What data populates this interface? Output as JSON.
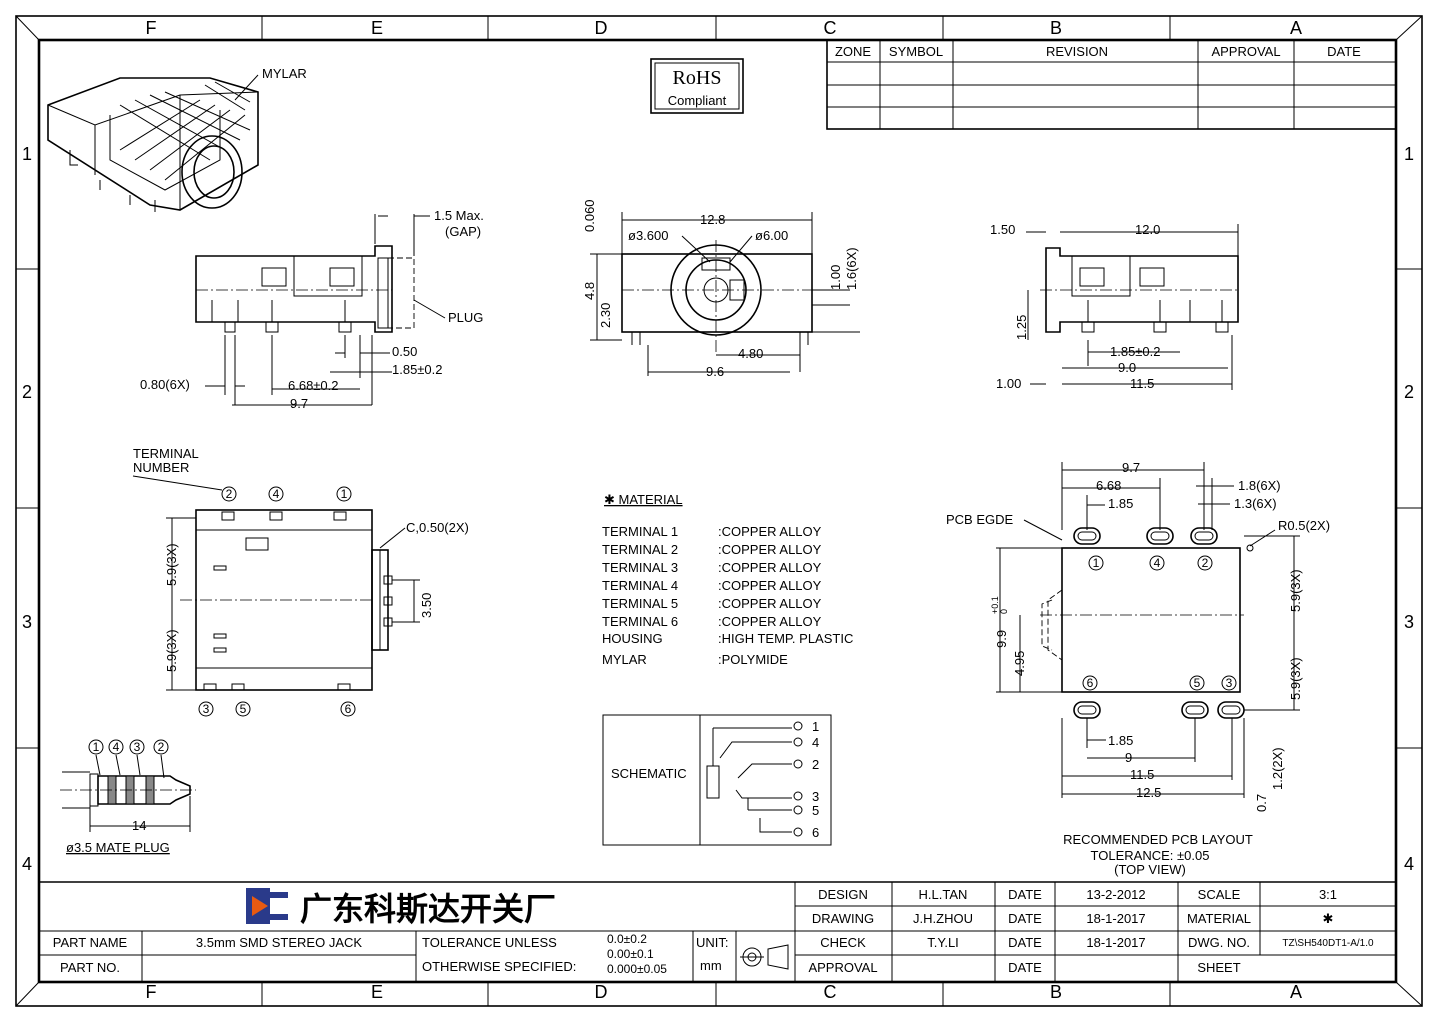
{
  "border": {
    "columns": [
      "F",
      "E",
      "D",
      "C",
      "B",
      "A"
    ],
    "rows": [
      "1",
      "2",
      "3",
      "4"
    ]
  },
  "revision_table": {
    "headers": [
      "ZONE",
      "SYMBOL",
      "REVISION",
      "APPROVAL",
      "DATE"
    ]
  },
  "rohs": {
    "line1": "RoHS",
    "line2": "Compliant"
  },
  "iso_view": {
    "mylar_label": "MYLAR"
  },
  "front_view": {
    "gap_label": "1.5 Max.",
    "gap_label2": "(GAP)",
    "plug_label": "PLUG",
    "dim_050": "0.50",
    "dim_185": "1.85±0.2",
    "dim_080": "0.80(6X)",
    "dim_668": "6.68±0.2",
    "dim_97": "9.7"
  },
  "side_view": {
    "dim_0060": "0.060",
    "dim_128": "12.8",
    "dim_phi3600": "ø3.600",
    "dim_phi600": "ø6.00",
    "dim_48": "4.8",
    "dim_230": "2.30",
    "dim_100": "1.00",
    "dim_16": "1.6(6X)",
    "dim_480": "4.80",
    "dim_96": "9.6"
  },
  "right_view": {
    "dim_150": "1.50",
    "dim_120": "12.0",
    "dim_125": "1.25",
    "dim_185": "1.85±0.2",
    "dim_90": "9.0",
    "dim_100": "1.00",
    "dim_115": "11.5"
  },
  "top_view": {
    "terminal_label1": "TERMINAL",
    "terminal_label2": "NUMBER",
    "chamfer": "C,0.50(2X)",
    "dim_59a": "5.9(3X)",
    "dim_59b": "5.9(3X)",
    "dim_350": "3.50",
    "top_numbers": [
      "2",
      "4",
      "1"
    ],
    "bottom_numbers": [
      "3",
      "5",
      "6"
    ]
  },
  "plug": {
    "numbers": [
      "1",
      "4",
      "3",
      "2"
    ],
    "dim_14": "14",
    "caption": "ø3.5 MATE PLUG"
  },
  "material": {
    "title": "✱ MATERIAL",
    "rows": [
      {
        "name": "TERMINAL  1",
        "value": ":COPPER  ALLOY"
      },
      {
        "name": "TERMINAL  2",
        "value": ":COPPER  ALLOY"
      },
      {
        "name": "TERMINAL  3",
        "value": ":COPPER  ALLOY"
      },
      {
        "name": "TERMINAL  4",
        "value": ":COPPER  ALLOY"
      },
      {
        "name": "TERMINAL  5",
        "value": ":COPPER  ALLOY"
      },
      {
        "name": "TERMINAL  6",
        "value": ":COPPER  ALLOY"
      },
      {
        "name": "HOUSING",
        "value": ":HIGH  TEMP. PLASTIC"
      },
      {
        "name": "MYLAR",
        "value": ":POLYMIDE"
      }
    ]
  },
  "schematic": {
    "label": "SCHEMATIC",
    "pins": [
      "1",
      "4",
      "2",
      "3",
      "5",
      "6"
    ]
  },
  "pcb_layout": {
    "dim_97": "9.7",
    "dim_668": "6.68",
    "dim_185": "1.85",
    "dim_18": "1.8(6X)",
    "dim_13": "1.3(6X)",
    "pcb_edge": "PCB  EGDE",
    "radius": "R0.5(2X)",
    "dim_99": "9.9",
    "dim_99_tol": "+0.1\n0",
    "dim_495": "4.95",
    "dim_59a": "5.9(3X)",
    "dim_59b": "5.9(3X)",
    "top_pads": [
      "1",
      "4",
      "2"
    ],
    "bottom_pads": [
      "6",
      "5",
      "3"
    ],
    "dim_185b": "1.85",
    "dim_9": "9",
    "dim_115": "11.5",
    "dim_125": "12.5",
    "dim_07": "0.7",
    "dim_12": "1.2(2X)",
    "caption1": "RECOMMENDED PCB LAYOUT",
    "caption2": "TOLERANCE: ±0.05",
    "caption3": "(TOP VIEW)"
  },
  "title_block": {
    "company": "广东科斯达开关厂",
    "design_label": "DESIGN",
    "design_name": "H.L.TAN",
    "date_label": "DATE",
    "design_date": "13-2-2012",
    "scale_label": "SCALE",
    "scale_value": "3:1",
    "drawing_label": "DRAWING",
    "drawing_name": "J.H.ZHOU",
    "drawing_date": "18-1-2017",
    "material_label": "MATERIAL",
    "material_value": "✱",
    "check_label": "CHECK",
    "check_name": "T.Y.LI",
    "check_date": "18-1-2017",
    "dwg_label": "DWG. NO.",
    "dwg_value": "TZ\\SH540DT1-A/1.0",
    "approval_label": "APPROVAL",
    "sheet_label": "SHEET",
    "part_name_label": "PART NAME",
    "part_name_value": "3.5mm  SMD  STEREO  JACK",
    "part_no_label": "PART NO.",
    "tol_label1": "TOLERANCE  UNLESS",
    "tol_label2": "OTHERWISE  SPECIFIED:",
    "tol_v1": "0.0±0.2",
    "tol_v2": "0.00±0.1",
    "tol_v3": "0.000±0.05",
    "unit_label": "UNIT:",
    "unit_value": "mm"
  }
}
